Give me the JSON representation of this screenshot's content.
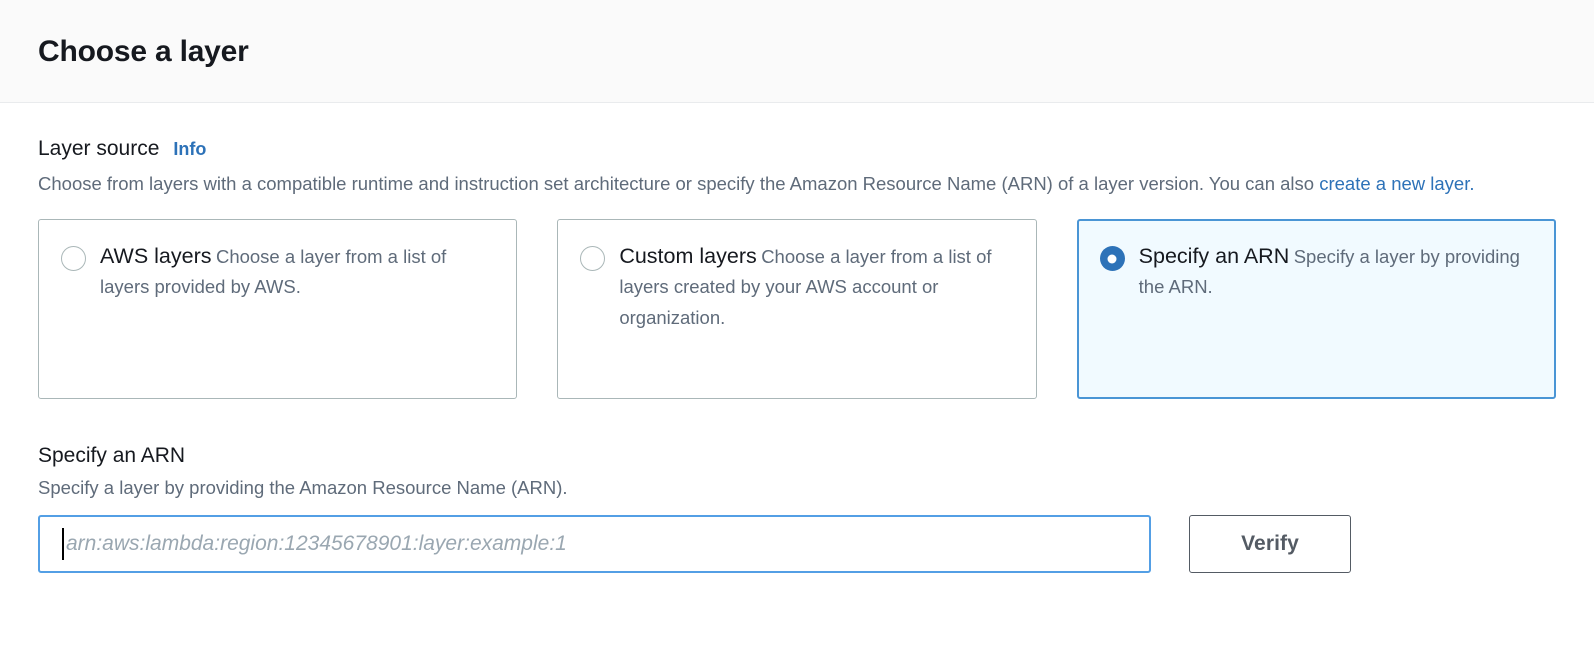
{
  "header": {
    "title": "Choose a layer"
  },
  "layer_source": {
    "label": "Layer source",
    "info_link": "Info",
    "description_part1": "Choose from layers with a compatible runtime and instruction set architecture or specify the Amazon Resource Name (ARN) of a layer version. You can also ",
    "description_link": "create a new layer.",
    "options": [
      {
        "title": "AWS layers",
        "description": "Choose a layer from a list of layers provided by AWS.",
        "selected": false
      },
      {
        "title": "Custom layers",
        "description": "Choose a layer from a list of layers created by your AWS account or organization.",
        "selected": false
      },
      {
        "title": "Specify an ARN",
        "description": "Specify a layer by providing the ARN.",
        "selected": true
      }
    ]
  },
  "arn_section": {
    "heading": "Specify an ARN",
    "subtext": "Specify a layer by providing the Amazon Resource Name (ARN).",
    "input_placeholder": "arn:aws:lambda:region:12345678901:layer:example:1",
    "input_value": "",
    "verify_label": "Verify"
  },
  "colors": {
    "accent_blue": "#2d72b8",
    "selected_card_border": "#4a95d5",
    "selected_card_background": "#f1faff",
    "input_focus_border": "#539fe5",
    "button_border": "#545b64",
    "muted_text": "#5f6b7a",
    "header_background": "#fafafa"
  }
}
